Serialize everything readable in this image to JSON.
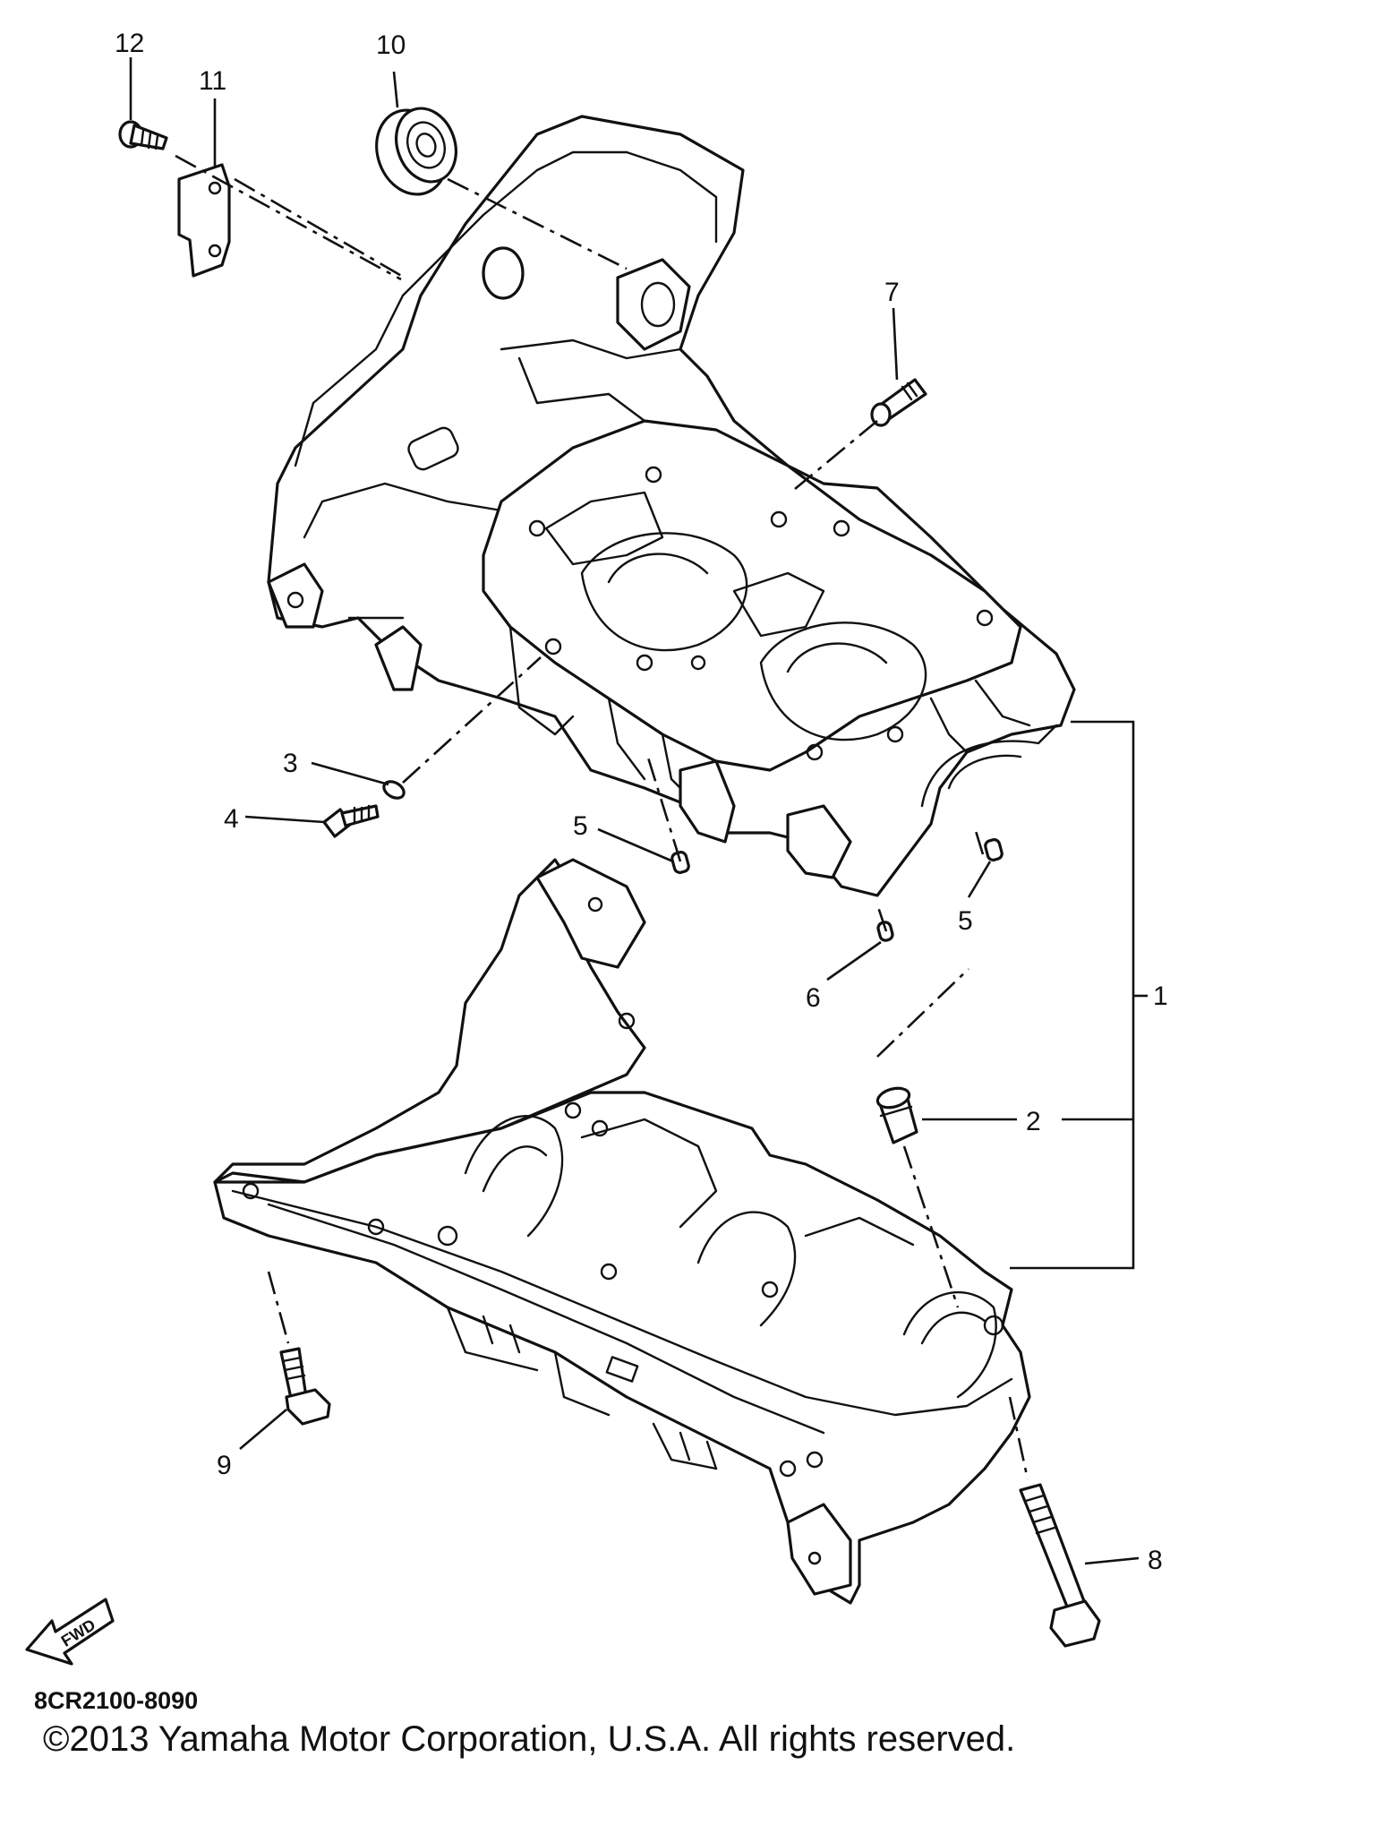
{
  "diagram": {
    "drawing_code": "8CR2100-8090",
    "fwd_label": "FWD",
    "copyright": "©2013 Yamaha Motor Corporation, U.S.A. All rights reserved.",
    "callouts": {
      "c1": "1",
      "c2": "2",
      "c3": "3",
      "c4": "4",
      "c5a": "5",
      "c5b": "5",
      "c6": "6",
      "c7": "7",
      "c8": "8",
      "c9": "9",
      "c10": "10",
      "c11": "11",
      "c12": "12"
    }
  }
}
